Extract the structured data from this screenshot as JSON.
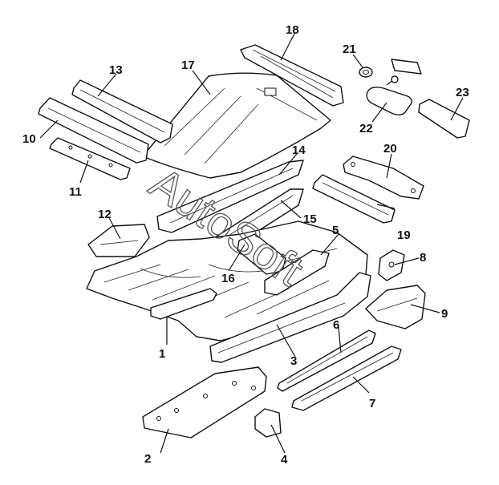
{
  "watermark": "AutoSoft",
  "callouts": [
    "1",
    "2",
    "3",
    "4",
    "5",
    "6",
    "7",
    "8",
    "9",
    "10",
    "11",
    "12",
    "13",
    "14",
    "15",
    "16",
    "17",
    "18",
    "19",
    "20",
    "21",
    "22",
    "23"
  ],
  "colors": {
    "line": "#111111",
    "background": "#ffffff",
    "watermark": "#555555"
  }
}
